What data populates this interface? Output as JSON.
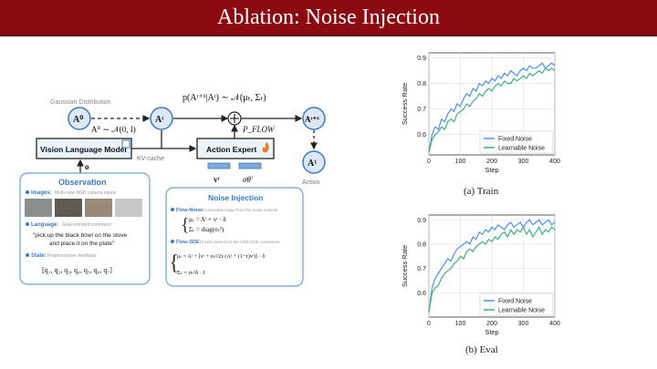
{
  "slide": {
    "title": "Ablation: Noise Injection"
  },
  "diagram": {
    "gaussian_label": "Gaussian Distribution",
    "a0_node": "A⁰",
    "at_node": "Aᵗ",
    "atd_node": "Aᵗ⁺ᵟ",
    "a1_node": "A¹",
    "a0_dist": "A⁰ ∼ 𝒩(0, I)",
    "transition_formula": "p(Aᵗ⁺ᵟ|Aᵗ) ∼ 𝒩(μₜ, Σₜ)",
    "pflow_label": "P_FLOW",
    "vlm_label": "Vision Language Model",
    "kv_label": "KV-cache",
    "ae_label": "Action Expert",
    "o_label": "o",
    "v_label": "vᵗ",
    "sigma_label": "σθ′",
    "action_label": "Action",
    "observation": {
      "title": "Observation",
      "images_label": "Images:",
      "images_desc": "Multi-view RGB camera inputs",
      "language_label": "Language:",
      "language_desc": "Goal-oriented command",
      "command_line1": "\"pick up the black bowl on the stove",
      "command_line2": "and place it on the plate\"",
      "state_label": "State:",
      "state_desc": "Proprioceptive feedback",
      "state_vector": "[q₁, q₂, q₃, q₄, q₅, q₆, q₇]"
    },
    "noise": {
      "title": "Noise Injection",
      "flow_noise_label": "Flow-Noise:",
      "flow_noise_desc": "Learnable Noise from the noise network",
      "flow_noise_eq1": "μₜ = Aᵗ + vᵗ · δ",
      "flow_noise_eq2": "Σₜ = diag(σₜ²)",
      "flow_sde_label": "Flow-SDE:",
      "flow_sde_desc": "Fixed noise from the ODE-SDE conversion",
      "flow_sde_eq1": "μₜ = Aᵗ + [vᵗ + σₜ²/2τ (Aᵗ + (1−τ)vᵗ)] · δ",
      "flow_sde_eq2": "Σₜ = σₜ²δ · I"
    }
  },
  "legend_fixed": "Fixed Noise",
  "legend_learnable": "Learnable Noise",
  "captions": {
    "train": "(a) Train",
    "eval": "(b) Eval"
  },
  "colors": {
    "title_bg": "#8b0a12",
    "fixed": "#4d8ff5",
    "learnable": "#3fb07e",
    "diagram_blue": "#3a7bbf"
  },
  "chart_data": [
    {
      "type": "line",
      "title": "(a) Train",
      "xlabel": "Step",
      "ylabel": "Success Rate",
      "xlim": [
        0,
        400
      ],
      "ylim": [
        0.52,
        0.92
      ],
      "xticks": [
        0,
        100,
        200,
        300,
        400
      ],
      "yticks": [
        0.6,
        0.7,
        0.8,
        0.9
      ],
      "grid": true,
      "legend": "bottom-right",
      "x": [
        0,
        10,
        20,
        30,
        40,
        50,
        60,
        70,
        80,
        90,
        100,
        110,
        120,
        130,
        140,
        150,
        160,
        170,
        180,
        190,
        200,
        210,
        220,
        230,
        240,
        250,
        260,
        270,
        280,
        290,
        300,
        310,
        320,
        330,
        340,
        350,
        360,
        370,
        380,
        390,
        400
      ],
      "series": [
        {
          "name": "Fixed Noise",
          "values": [
            0.53,
            0.6,
            0.63,
            0.62,
            0.66,
            0.65,
            0.68,
            0.7,
            0.69,
            0.72,
            0.71,
            0.74,
            0.76,
            0.75,
            0.78,
            0.77,
            0.8,
            0.79,
            0.81,
            0.8,
            0.82,
            0.81,
            0.83,
            0.82,
            0.84,
            0.83,
            0.85,
            0.84,
            0.83,
            0.85,
            0.86,
            0.85,
            0.87,
            0.86,
            0.86,
            0.87,
            0.88,
            0.86,
            0.87,
            0.88,
            0.87
          ]
        },
        {
          "name": "Learnable Noise",
          "values": [
            0.53,
            0.58,
            0.6,
            0.61,
            0.63,
            0.62,
            0.65,
            0.66,
            0.65,
            0.68,
            0.69,
            0.7,
            0.72,
            0.71,
            0.73,
            0.74,
            0.76,
            0.75,
            0.77,
            0.78,
            0.77,
            0.79,
            0.8,
            0.79,
            0.81,
            0.8,
            0.8,
            0.82,
            0.81,
            0.82,
            0.83,
            0.82,
            0.84,
            0.83,
            0.84,
            0.85,
            0.84,
            0.86,
            0.85,
            0.86,
            0.85
          ]
        }
      ]
    },
    {
      "type": "line",
      "title": "(b) Eval",
      "xlabel": "Step",
      "ylabel": "Success Rate",
      "xlim": [
        0,
        400
      ],
      "ylim": [
        0.5,
        0.92
      ],
      "xticks": [
        0,
        100,
        200,
        300,
        400
      ],
      "yticks": [
        0.6,
        0.7,
        0.8,
        0.9
      ],
      "grid": true,
      "legend": "bottom-right",
      "x": [
        0,
        10,
        20,
        30,
        40,
        50,
        60,
        70,
        80,
        90,
        100,
        110,
        120,
        130,
        140,
        150,
        160,
        170,
        180,
        190,
        200,
        210,
        220,
        230,
        240,
        250,
        260,
        270,
        280,
        290,
        300,
        310,
        320,
        330,
        340,
        350,
        360,
        370,
        380,
        390,
        400
      ],
      "series": [
        {
          "name": "Fixed Noise",
          "values": [
            0.52,
            0.62,
            0.66,
            0.68,
            0.7,
            0.72,
            0.74,
            0.73,
            0.76,
            0.78,
            0.79,
            0.8,
            0.81,
            0.8,
            0.83,
            0.82,
            0.85,
            0.84,
            0.86,
            0.85,
            0.87,
            0.86,
            0.88,
            0.87,
            0.86,
            0.88,
            0.89,
            0.87,
            0.88,
            0.89,
            0.87,
            0.89,
            0.9,
            0.88,
            0.89,
            0.9,
            0.88,
            0.89,
            0.9,
            0.88,
            0.89
          ]
        },
        {
          "name": "Learnable Noise",
          "values": [
            0.52,
            0.6,
            0.62,
            0.63,
            0.66,
            0.68,
            0.69,
            0.7,
            0.72,
            0.73,
            0.75,
            0.74,
            0.77,
            0.78,
            0.77,
            0.79,
            0.8,
            0.81,
            0.8,
            0.82,
            0.81,
            0.83,
            0.82,
            0.84,
            0.85,
            0.83,
            0.86,
            0.84,
            0.86,
            0.85,
            0.87,
            0.84,
            0.86,
            0.83,
            0.85,
            0.87,
            0.84,
            0.86,
            0.85,
            0.87,
            0.86
          ]
        }
      ]
    }
  ]
}
